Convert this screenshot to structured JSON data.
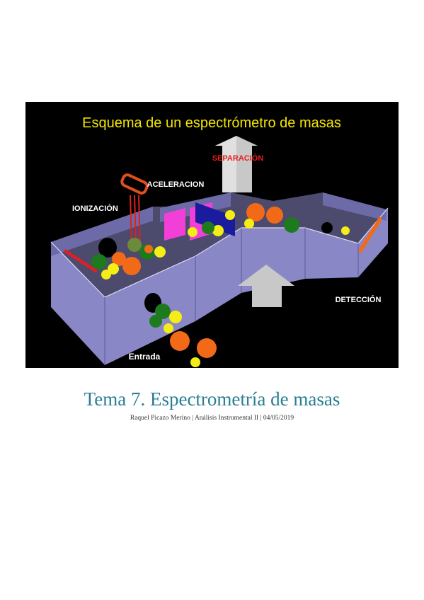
{
  "figure": {
    "title": "Esquema de un espectrómetro de masas",
    "labels": {
      "separacion": "SEPARACIÓN",
      "aceleracion": "ACELERACION",
      "ionizacion": "IONIZACIÓN",
      "deteccion": "DETECCIÓN",
      "entrada": "Entrada"
    },
    "colors": {
      "background": "#000000",
      "title": "#f2e600",
      "chamber": "#8a87c7",
      "chamber_dark": "#6d6aa8",
      "separacion_text": "#e81c1c",
      "arrow": "#c8c8c8",
      "ion_orange": "#f26a18",
      "ion_green": "#1d7a1d",
      "ion_yellow": "#f5ee16",
      "plate_magenta": "#f23fd8",
      "plate_blue": "#1b1b9e",
      "filament": "#e04e1e"
    }
  },
  "document": {
    "title": "Tema 7. Espectrometría de masas",
    "subtitle": "Raquel Picazo Merino | Análisis Instrumental II | 04/05/2019"
  }
}
